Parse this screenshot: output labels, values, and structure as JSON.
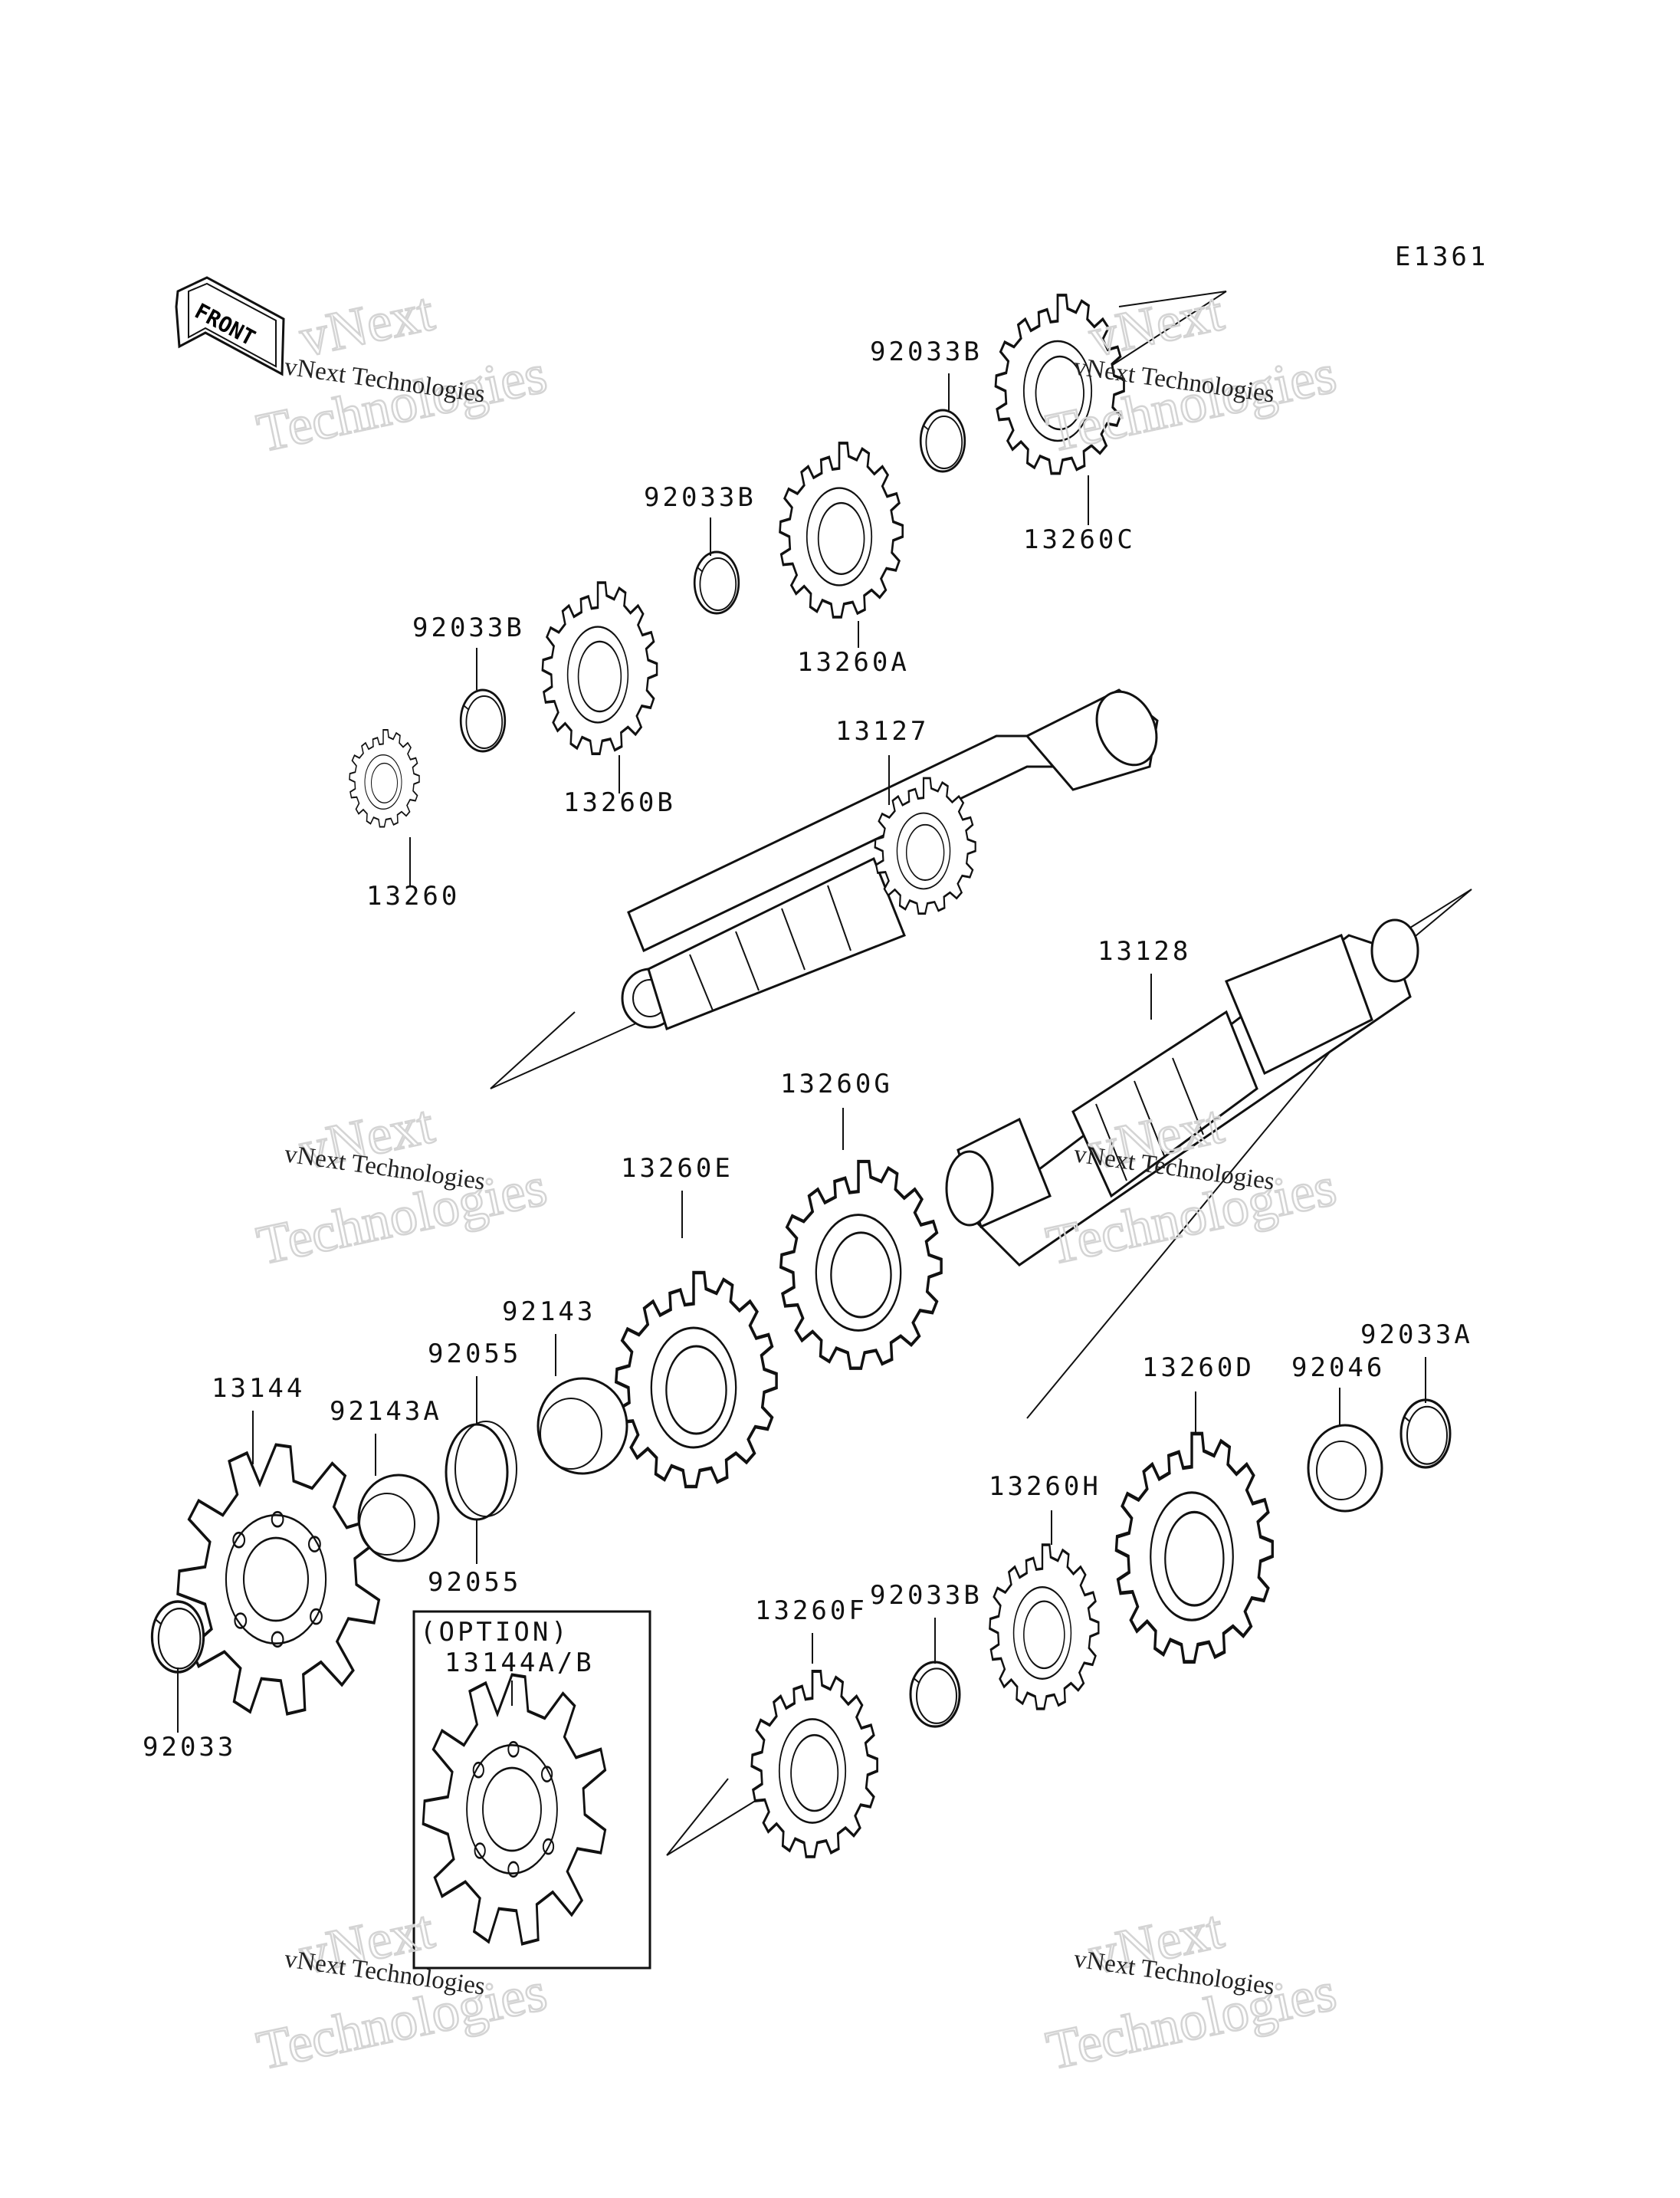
{
  "diagram_code": "E1361",
  "front_arrow_label": "FRONT",
  "option_box": {
    "title": "(OPTION)",
    "part": "13144A/B"
  },
  "watermark": {
    "brand": "vNext",
    "word": "Technologies",
    "full": "vNext Technologies"
  },
  "parts": {
    "p13260": "13260",
    "p13260A": "13260A",
    "p13260B": "13260B",
    "p13260C": "13260C",
    "p13260D": "13260D",
    "p13260E": "13260E",
    "p13260F": "13260F",
    "p13260G": "13260G",
    "p13260H": "13260H",
    "p13127": "13127",
    "p13128": "13128",
    "p13144": "13144",
    "p92033": "92033",
    "p92033A": "92033A",
    "p92033B": "92033B",
    "p92046": "92046",
    "p92055": "92055",
    "p92143": "92143",
    "p92143A": "92143A"
  }
}
